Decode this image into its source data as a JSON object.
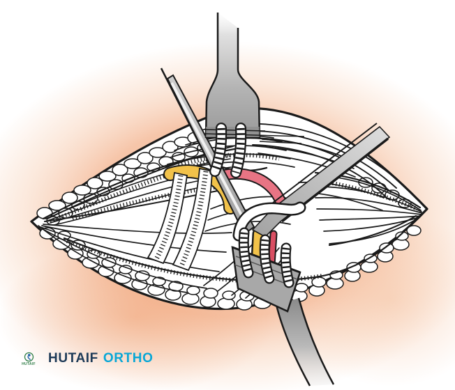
{
  "colors": {
    "paper": "#ffffff",
    "ink": "#1a1a1a",
    "skin_glow": "#f4b28e",
    "skin_glow_strong": "#f0a478",
    "skin_glow_soft": "#f6c3a2",
    "instrument_gray": "#a8a8a8",
    "instrument_gray_dark": "#8f8f8f",
    "flavum_yellow": "#f2c24a",
    "tissue_pink": "#e87484",
    "tissue_red": "#d94f63",
    "brand_navy": "#1d3a57",
    "brand_cyan": "#09a7d6",
    "logo_green": "#2e7d46",
    "logo_blue": "#1d5fa6"
  },
  "footer": {
    "brand_primary": "HUTAIF",
    "brand_secondary": "ORTHO",
    "logo_caption": "HUTAIF",
    "logo_icon": "hutaif-emblem-icon"
  }
}
